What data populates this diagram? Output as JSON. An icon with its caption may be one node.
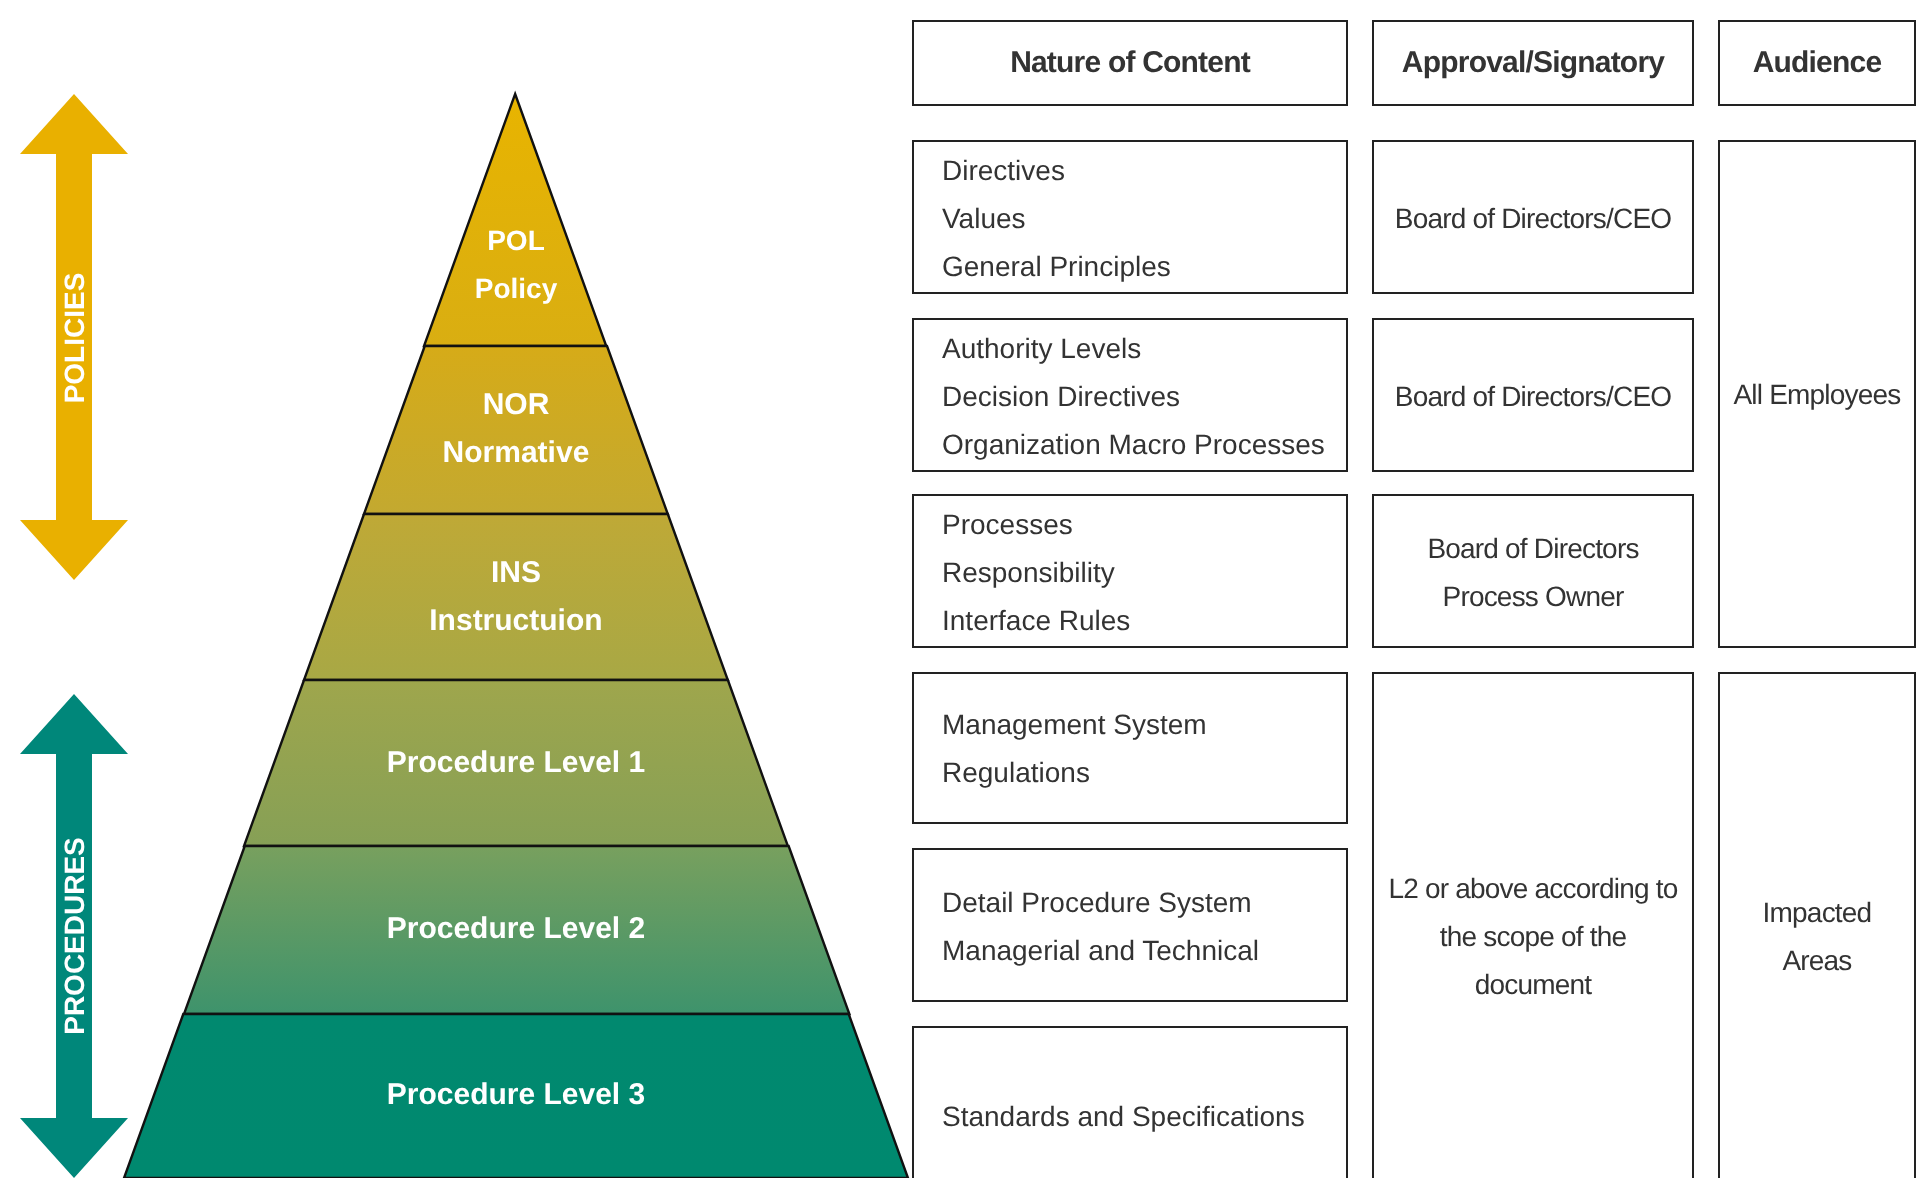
{
  "diagram": {
    "nodes": [
      {
        "text": [
          "POLICIES"
        ]
      },
      {
        "text": [
          "PROCEDURES"
        ]
      },
      {
        "text": [
          "POL",
          "Policy"
        ]
      },
      {
        "text": [
          "NOR",
          "Normative"
        ]
      },
      {
        "text": [
          "INS",
          "Instructuion"
        ]
      },
      {
        "text": [
          "Procedure Level 1"
        ]
      },
      {
        "text": [
          "Procedure Level 2"
        ]
      },
      {
        "text": [
          "Procedure Level 3"
        ]
      },
      {
        "text": [
          "Nature of Content"
        ]
      },
      {
        "text": [
          "Approval/Signatory"
        ]
      },
      {
        "text": [
          "Audience"
        ]
      },
      {
        "text": [
          "Directives",
          "Values",
          "General Principles"
        ]
      },
      {
        "text": [
          "Board of Directors/CEO"
        ]
      },
      {
        "text": [
          "All Employees"
        ]
      },
      {
        "text": [
          "Authority Levels",
          "Decision Directives",
          "Organization Macro Processes"
        ]
      },
      {
        "text": [
          "Board of Directors/CEO"
        ]
      },
      {
        "text": [
          "Processes",
          "Responsibility",
          "Interface Rules"
        ]
      },
      {
        "text": [
          "Board of Directors",
          "Process Owner"
        ]
      },
      {
        "text": [
          "Management System",
          "Regulations"
        ]
      },
      {
        "text": [
          "L2 or above according to the scope of the document"
        ]
      },
      {
        "text": [
          "Impacted Areas"
        ]
      },
      {
        "text": [
          "Detail Procedure System",
          "Managerial and Technical"
        ]
      },
      {
        "text": [
          "Standards and Specifications"
        ]
      }
    ]
  }
}
